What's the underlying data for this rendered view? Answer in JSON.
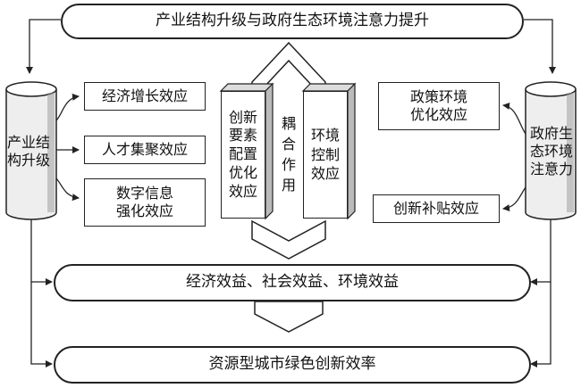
{
  "top_banner": "产业结构升级与政府生态环境注意力提升",
  "left_cylinder": [
    "产业结",
    "构升级"
  ],
  "right_cylinder": [
    "政府生",
    "态环境",
    "注意力"
  ],
  "left_effects": [
    {
      "lines": [
        "经济增长效应"
      ]
    },
    {
      "lines": [
        "人才集聚效应"
      ]
    },
    {
      "lines": [
        "数字信息",
        "强化效应"
      ]
    }
  ],
  "right_effects": [
    {
      "lines": [
        "政策环境",
        "优化效应"
      ]
    },
    {
      "lines": [
        "创新补贴效应"
      ]
    }
  ],
  "center_left_block": [
    "创新",
    "要素",
    "配置",
    "优化",
    "效应"
  ],
  "center_coupling": [
    "耦",
    "合",
    "作",
    "用"
  ],
  "center_right_block": [
    "环境",
    "控制",
    "效应"
  ],
  "benefits_banner": "经济效益、社会效益、环境效益",
  "bottom_banner": "资源型城市绿色创新效率"
}
